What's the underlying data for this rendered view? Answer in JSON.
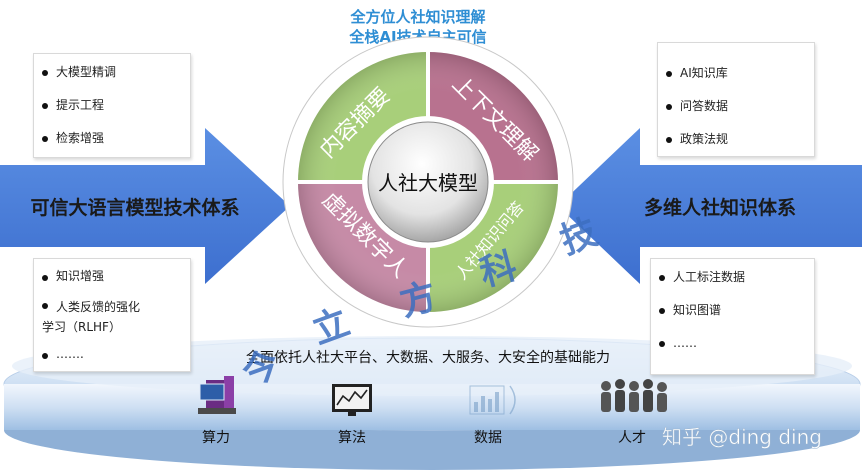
{
  "header": {
    "line1": "全方位人社知识理解",
    "line2": "全栈AI技术自主可信"
  },
  "left_arrow": {
    "label": "可信大语言模型技术体系",
    "top_box": [
      "大模型精调",
      "提示工程",
      "检索增强"
    ],
    "bottom_box": [
      "知识增强",
      "人类反馈的强化",
      "学习（RLHF）",
      "……."
    ]
  },
  "right_arrow": {
    "label": "多维人社知识体系",
    "top_box": [
      "AI知识库",
      "问答数据",
      "政策法规"
    ],
    "bottom_box": [
      "人工标注数据",
      "知识图谱",
      "……"
    ]
  },
  "wheel": {
    "center": "人社大模型",
    "segments": [
      {
        "label": "内容摘要",
        "color": "#a8cf7a"
      },
      {
        "label": "上下文理解",
        "color": "#b8728f"
      },
      {
        "label": "人社知识问答",
        "color": "#a8cf7a"
      },
      {
        "label": "虚拟数字人",
        "color": "#c68aa6"
      }
    ]
  },
  "base": {
    "text": "全面依托人社大平台、大数据、大服务、大安全的基础能力",
    "icons": [
      {
        "label": "算力",
        "icon": "server-icon"
      },
      {
        "label": "算法",
        "icon": "chart-monitor-icon"
      },
      {
        "label": "数据",
        "icon": "bar-data-icon"
      },
      {
        "label": "人才",
        "icon": "people-icon"
      }
    ]
  },
  "overlay_chars": [
    "今",
    "立",
    "方",
    "科",
    "技"
  ],
  "zhihu_watermark": "知乎 @ding ding"
}
